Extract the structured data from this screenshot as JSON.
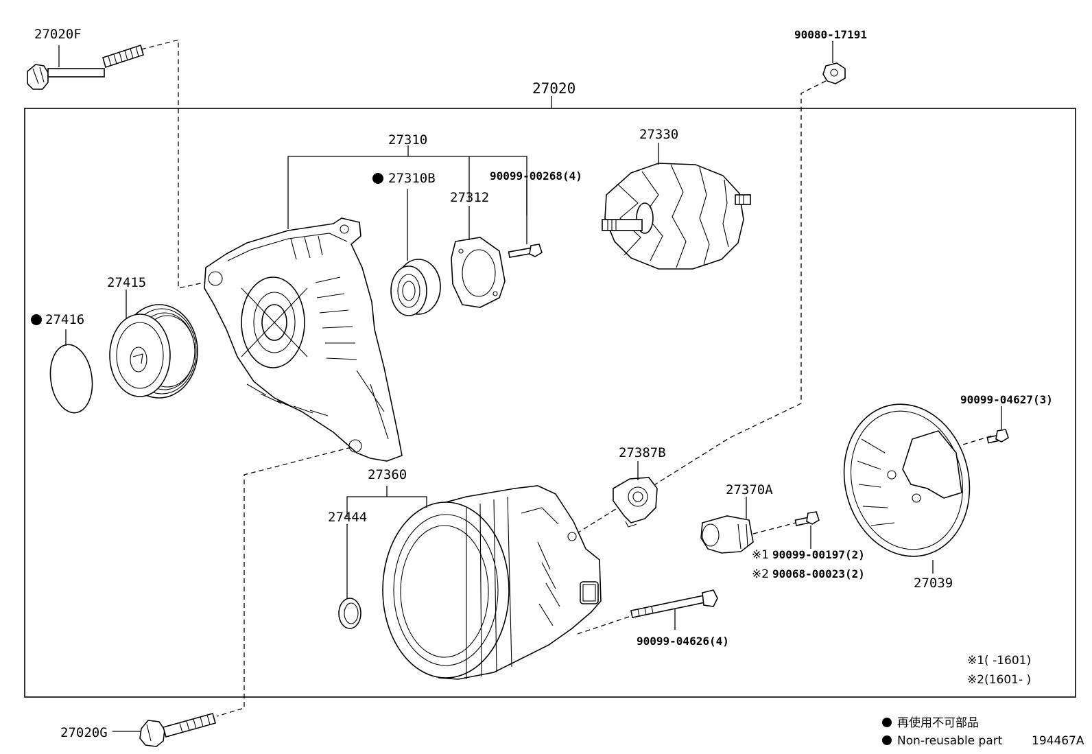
{
  "assembly": {
    "number": "27020"
  },
  "parts": {
    "bolt_top": "27020F",
    "bolt_bottom": "27020G",
    "nut": "90080-17191",
    "frame": "27310",
    "frame_sub": "27310B",
    "retainer": "27312",
    "screw_frame": "90099-00268(4)",
    "rotor": "27330",
    "pulley": "27415",
    "cap": "27416",
    "stator": "27360",
    "washer": "27444",
    "brush": "27387B",
    "regulator": "27370A",
    "screw_reg1": "90099-00197(2)",
    "screw_reg2": "90068-00023(2)",
    "cover": "27039",
    "screw_cover": "90099-04627(3)",
    "through_bolt": "90099-04626(4)"
  },
  "marks": {
    "ref1": "※1",
    "ref2": "※2"
  },
  "notes": {
    "range1": "※1(      -1601)",
    "range2": "※2(1601-      )"
  },
  "legend": {
    "jp": "再使用不可部品",
    "en": "Non-reusable part"
  },
  "figure_id": "194467A"
}
